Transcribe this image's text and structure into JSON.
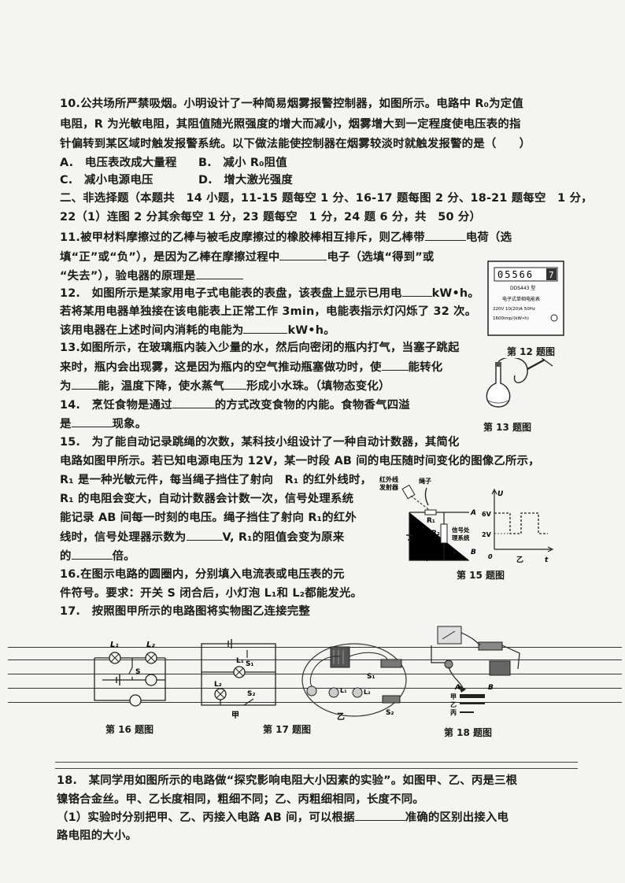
{
  "q10": {
    "l1": "10.公共场所严禁吸烟。小明设计了一种简易烟雾报警控制器，如图所示。电路中 R₀为定值",
    "l2": "电阻，R 为光敏电阻，其阻值随光照强度的增大而减小，烟雾增大到一定程度使电压表的指",
    "l3": "针偏转到某区域时触发报警系统。以下做法能使控制器在烟雾较淡时就触发报警的是（　　）",
    "optA": "A.　电压表改成大量程",
    "optB": "B.　减小 R₀阻值",
    "optC": "C.　减小电源电压",
    "optD": "D.　增大激光强度"
  },
  "section2": {
    "l1": "二、非选择题（本题共　14 小题，11-15 题每空 1 分、16-17 题每图 2 分、18-21 题每空　1 分，",
    "l2": "22（1）连图 2 分其余每空 1 分，23 题每空　1 分，24 题 6 分，共　50 分）"
  },
  "q11": {
    "a": "11.被甲材料摩擦过的乙棒与被毛皮摩擦过的橡胶棒相互排斥，则乙棒带",
    "b": "电荷（选",
    "c": "填“正”或“负”），是因为乙棒在摩擦过程中",
    "d": "电子（选填“得到”或",
    "e": "“失去”），验电器的原理是"
  },
  "q12": {
    "a": "12.　如图所示是某家用电子式电能表的表盘，该表盘上显示已用电",
    "b": "kW•h。",
    "c": "若将某用电器单独接在该电能表上正常工作 3min，电能表指示灯闪烁了 32 次。",
    "d": "该用电器在上述时间内消耗的电能为",
    "e": "kW•h。"
  },
  "q13": {
    "a": "13.如图所示，在玻璃瓶内装入少量的水，然后向密闭的瓶内打气，当塞子跳起",
    "b": "来时，瓶内会出现雾，这是因为瓶内的空气推动瓶塞做功时，使",
    "c": "能转化",
    "d": "为",
    "e": "能，温度下降，使水蒸气",
    "f": "形成小水珠。（填物态变化）"
  },
  "q14": {
    "a": "14.　烹饪食物是通过",
    "b": "的方式改变食物的内能。食物香气四溢",
    "c": "是",
    "d": "现象。"
  },
  "q15": {
    "a": "15.　为了能自动记录跳绳的次数，某科技小组设计了一种自动计数器，其简化",
    "b": "电路如图甲所示。若已知电源电压为 12V，某一时段 AB 间的电压随时间变化的图像乙所示，",
    "c": "R₁ 是一种光敏元件，每当绳子挡住了射向　R₁ 的红外线时，",
    "d": "R₁ 的电阻会变大，自动计数器会计数一次，信号处理系统",
    "e": "能记录 AB 间每一时刻的电压。绳子挡住了射向 R₁的红外",
    "f": "线时，信号处理器示数为",
    "g": "V, R₁的阻值会变为原来",
    "h": "的",
    "i": "倍。"
  },
  "q16": {
    "a": "16.在图示电路的圆圈内，分别填入电流表或电压表的元",
    "b": "件符号。要求：开关 S 闭合后，小灯泡 L₁和 L₂都能发光。"
  },
  "q17": {
    "a": "17.　按照图甲所示的电路图将实物图乙连接完整"
  },
  "q18": {
    "a": "18.　某同学用如图所示的电路做“探究影响电阻大小因素的实验”。如图甲、乙、丙是三根",
    "b": "镍铬合金丝。甲、乙长度相同，粗细不同；乙、丙粗细相同，长度不同。",
    "c": "（1）实验时分别把甲、乙、丙接入电路 AB 间，可以根据",
    "d": "准确的区别出接入电",
    "e": "路电阻的大小。"
  },
  "captions": {
    "fig12": "第 12 题图",
    "fig13": "第 13 题图",
    "fig15": "第 15 题图",
    "fig16": "第 16 题图",
    "fig17": "第 17 题图",
    "fig18": "第 18 题图"
  },
  "meter": {
    "digits": "05566",
    "last": "7",
    "model": "DDS443 型",
    "line2": "电子式单相电能表",
    "line3": "220V 10(20)A 50Hz",
    "line4": "1600imp/(kW•h)"
  },
  "fig15": {
    "emitter": "红外线\n发射器",
    "rope": "绳子",
    "r1": "R₁",
    "r2": "R₂",
    "signal": "信号处\n理系统",
    "A": "A",
    "B": "B",
    "jia": "甲",
    "yi": "乙",
    "U": "U",
    "v6": "6V",
    "v2": "2V",
    "t": "t",
    "o": "0"
  },
  "fig16": {
    "L1": "L₁",
    "L2": "L₂",
    "S": "S"
  },
  "fig17": {
    "L1": "L₁",
    "L2": "L₂",
    "S1": "S₁",
    "S2": "S₂",
    "jia": "甲",
    "yi": "乙"
  },
  "fig18": {
    "A": "A",
    "B": "B",
    "jia": "甲",
    "yi": "乙",
    "bing": "丙"
  }
}
